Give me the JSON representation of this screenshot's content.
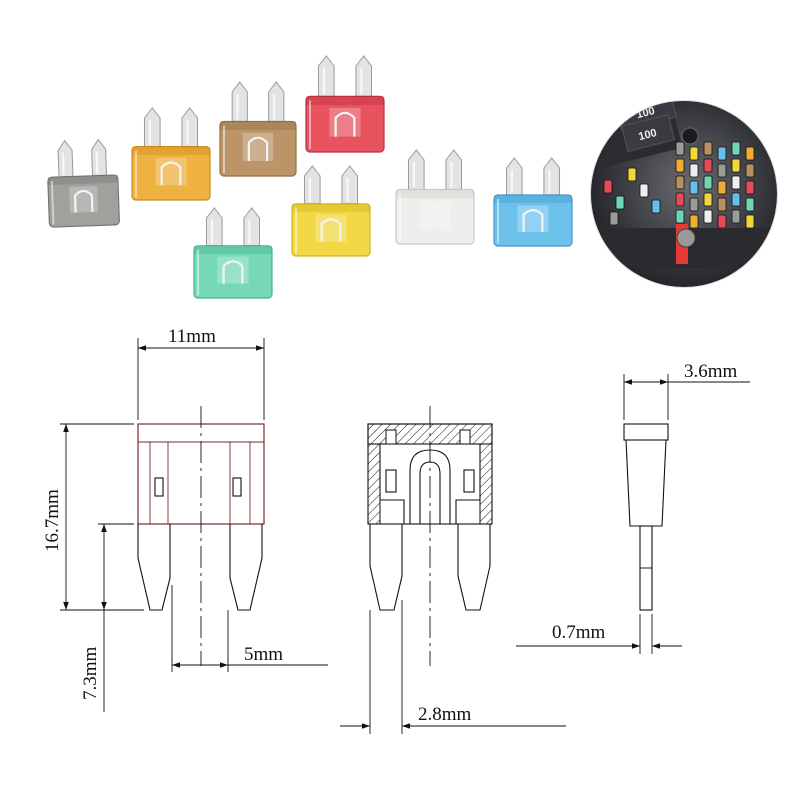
{
  "fuses": [
    {
      "name": "grey",
      "color": "#9a9c98",
      "dark": "#6e706c"
    },
    {
      "name": "amber",
      "color": "#efad36",
      "dark": "#c98615"
    },
    {
      "name": "tan",
      "color": "#b89060",
      "dark": "#8b6a40"
    },
    {
      "name": "red",
      "color": "#e64a57",
      "dark": "#b62936"
    },
    {
      "name": "teal",
      "color": "#6fd6b4",
      "dark": "#3fae8a"
    },
    {
      "name": "yellow",
      "color": "#f2d63a",
      "dark": "#cfae12"
    },
    {
      "name": "clear",
      "color": "#eeeeec",
      "dark": "#c9c9c6"
    },
    {
      "name": "blue",
      "color": "#66bfeb",
      "dark": "#3792c4"
    }
  ],
  "fusebox": {
    "label_a": "100",
    "label_b": "100",
    "line_color": "#e53935"
  },
  "dimensions": {
    "width": "11mm",
    "height": "16.7mm",
    "blade_length": "7.3mm",
    "blade_spacing": "5mm",
    "blade_width": "2.8mm",
    "body_thickness": "3.6mm",
    "blade_thickness": "0.7mm"
  }
}
